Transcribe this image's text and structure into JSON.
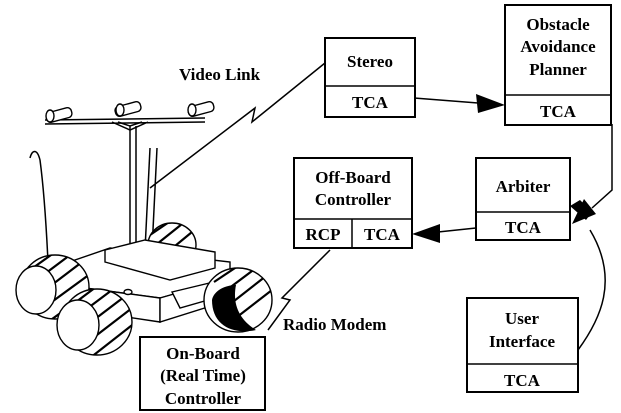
{
  "links": {
    "video": "Video Link",
    "radio": "Radio Modem"
  },
  "modules": {
    "stereo": {
      "name": "Stereo",
      "port": "TCA"
    },
    "planner": {
      "line1": "Obstacle",
      "line2": "Avoidance",
      "line3": "Planner",
      "port": "TCA"
    },
    "arbiter": {
      "name": "Arbiter",
      "port": "TCA"
    },
    "offboard": {
      "line1": "Off-Board",
      "line2": "Controller",
      "port_left": "RCP",
      "port_right": "TCA"
    },
    "ui": {
      "line1": "User",
      "line2": "Interface",
      "port": "TCA"
    },
    "onboard": {
      "line1": "On-Board",
      "line2": "(Real Time)",
      "line3": "Controller"
    }
  }
}
